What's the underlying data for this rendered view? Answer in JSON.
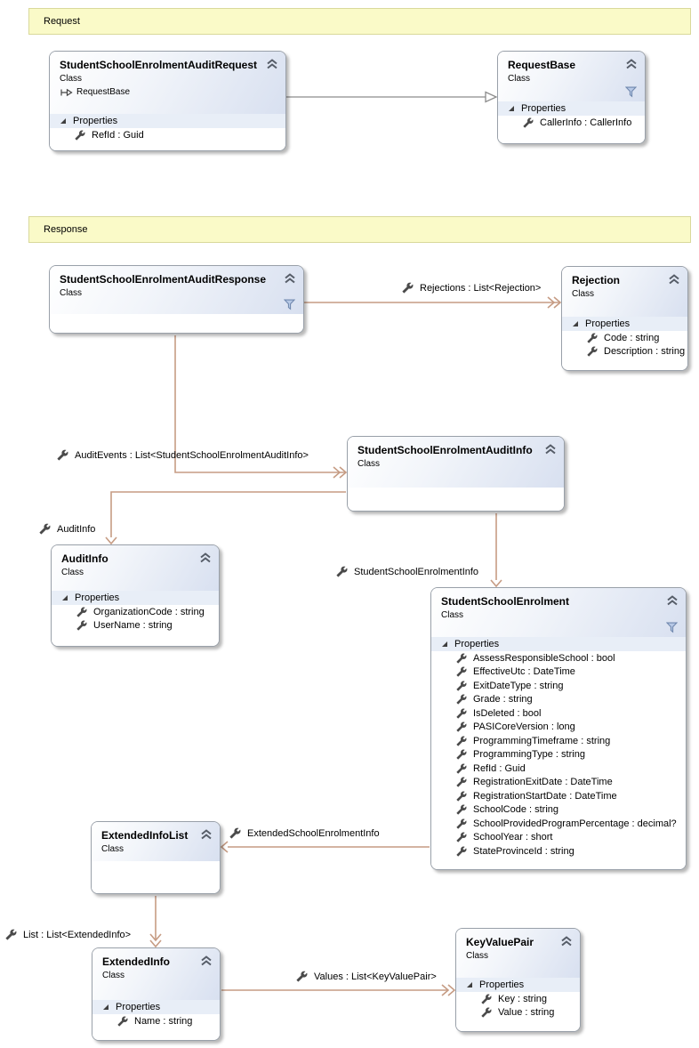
{
  "banners": [
    {
      "label": "Request"
    },
    {
      "label": "Response"
    }
  ],
  "labels": {
    "properties": "Properties"
  },
  "classes": [
    {
      "title": "StudentSchoolEnrolmentAuditRequest",
      "kind": "Class",
      "inherits": "RequestBase",
      "properties": [
        "RefId : Guid"
      ]
    },
    {
      "title": "RequestBase",
      "kind": "Class",
      "properties": [
        "CallerInfo : CallerInfo"
      ]
    },
    {
      "title": "StudentSchoolEnrolmentAuditResponse",
      "kind": "Class",
      "properties": []
    },
    {
      "title": "Rejection",
      "kind": "Class",
      "properties": [
        "Code : string",
        "Description : string"
      ]
    },
    {
      "title": "StudentSchoolEnrolmentAuditInfo",
      "kind": "Class",
      "properties": []
    },
    {
      "title": "AuditInfo",
      "kind": "Class",
      "properties": [
        "OrganizationCode : string",
        "UserName : string"
      ]
    },
    {
      "title": "StudentSchoolEnrolment",
      "kind": "Class",
      "properties": [
        "AssessResponsibleSchool : bool",
        "EffectiveUtc : DateTime",
        "ExitDateType : string",
        "Grade : string",
        "IsDeleted : bool",
        "PASICoreVersion : long",
        "ProgrammingTimeframe : string",
        "ProgrammingType : string",
        "RefId : Guid",
        "RegistrationExitDate : DateTime",
        "RegistrationStartDate : DateTime",
        "SchoolCode : string",
        "SchoolProvidedProgramPercentage : decimal?",
        "SchoolYear : short",
        "StateProvinceId : string"
      ]
    },
    {
      "title": "ExtendedInfoList",
      "kind": "Class",
      "properties": []
    },
    {
      "title": "ExtendedInfo",
      "kind": "Class",
      "properties": [
        "Name : string"
      ]
    },
    {
      "title": "KeyValuePair",
      "kind": "Class",
      "properties": [
        "Key : string",
        "Value : string"
      ]
    }
  ],
  "associations": [
    {
      "label": "Rejections : List<Rejection>"
    },
    {
      "label": "AuditEvents : List<StudentSchoolEnrolmentAuditInfo>"
    },
    {
      "label": "AuditInfo"
    },
    {
      "label": "StudentSchoolEnrolmentInfo"
    },
    {
      "label": "ExtendedSchoolEnrolmentInfo"
    },
    {
      "label": "List : List<ExtendedInfo>"
    },
    {
      "label": "Values : List<KeyValuePair>"
    }
  ],
  "colors": {
    "association_line": "#c69c84",
    "inheritance_line": "#8c8c8c",
    "banner_fill": "#fafac8",
    "banner_border": "#d9d99b",
    "header_gradient_end": "#d8e0f0",
    "section_band": "#e8eef7",
    "box_border": "#99a0a9"
  }
}
